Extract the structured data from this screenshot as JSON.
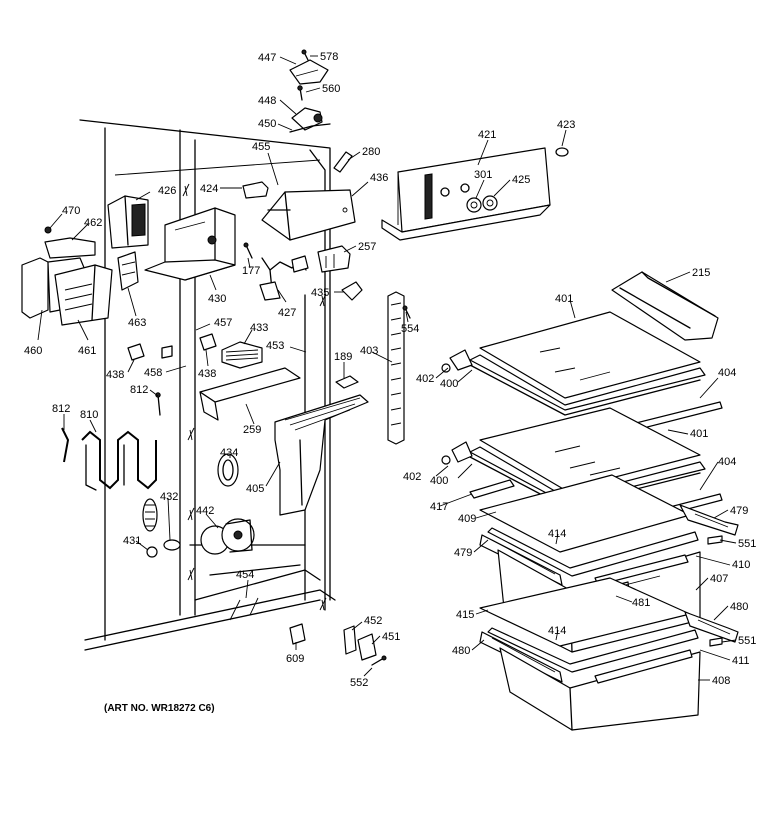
{
  "art_number": "(ART NO. WR18272 C6)",
  "callouts": {
    "c447": "447",
    "c578": "578",
    "c560": "560",
    "c448": "448",
    "c450": "450",
    "c455": "455",
    "c280": "280",
    "c421": "421",
    "c423": "423",
    "c301": "301",
    "c425": "425",
    "c436": "436",
    "c426": "426",
    "c424": "424",
    "c470": "470",
    "c462": "462",
    "c257": "257",
    "c177": "177",
    "c435": "435",
    "c215": "215",
    "c430": "430",
    "c427": "427",
    "c401a": "401",
    "c463": "463",
    "c554": "554",
    "c460": "460",
    "c461": "461",
    "c457": "457",
    "c433": "433",
    "c453": "453",
    "c403": "403",
    "c189": "189",
    "c402a": "402",
    "c400a": "400",
    "c404a": "404",
    "c438a": "438",
    "c458": "458",
    "c438b": "438",
    "c812a": "812",
    "c812b": "812",
    "c810": "810",
    "c259": "259",
    "c401b": "401",
    "c402b": "402",
    "c400b": "400",
    "c434": "434",
    "c404b": "404",
    "c405": "405",
    "c417": "417",
    "c409": "409",
    "c479a": "479",
    "c432": "432",
    "c442": "442",
    "c414a": "414",
    "c551a": "551",
    "c431": "431",
    "c479b": "479",
    "c410": "410",
    "c407": "407",
    "c454": "454",
    "c481": "481",
    "c480a": "480",
    "c415": "415",
    "c452": "452",
    "c414b": "414",
    "c551b": "551",
    "c609": "609",
    "c451": "451",
    "c480b": "480",
    "c411": "411",
    "c552": "552",
    "c408": "408"
  }
}
